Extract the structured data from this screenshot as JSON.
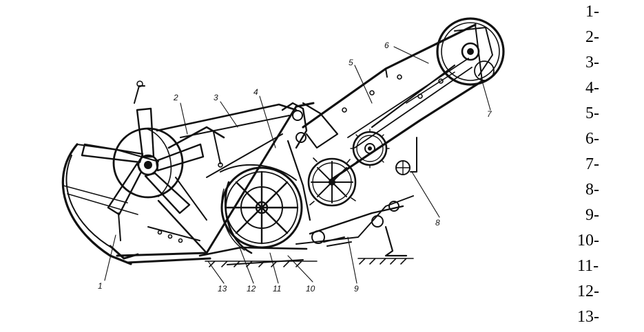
{
  "diagram": {
    "callouts": [
      "1",
      "2",
      "3",
      "4",
      "5",
      "6",
      "7",
      "8",
      "9",
      "10",
      "11",
      "12",
      "13"
    ],
    "legend": [
      "1-",
      "2-",
      "3-",
      "4-",
      "5-",
      "6-",
      "7-",
      "8-",
      "9-",
      "10-",
      "11-",
      "12-",
      "13-"
    ]
  },
  "colors": {
    "ink": "#111111",
    "paper": "#ffffff"
  }
}
